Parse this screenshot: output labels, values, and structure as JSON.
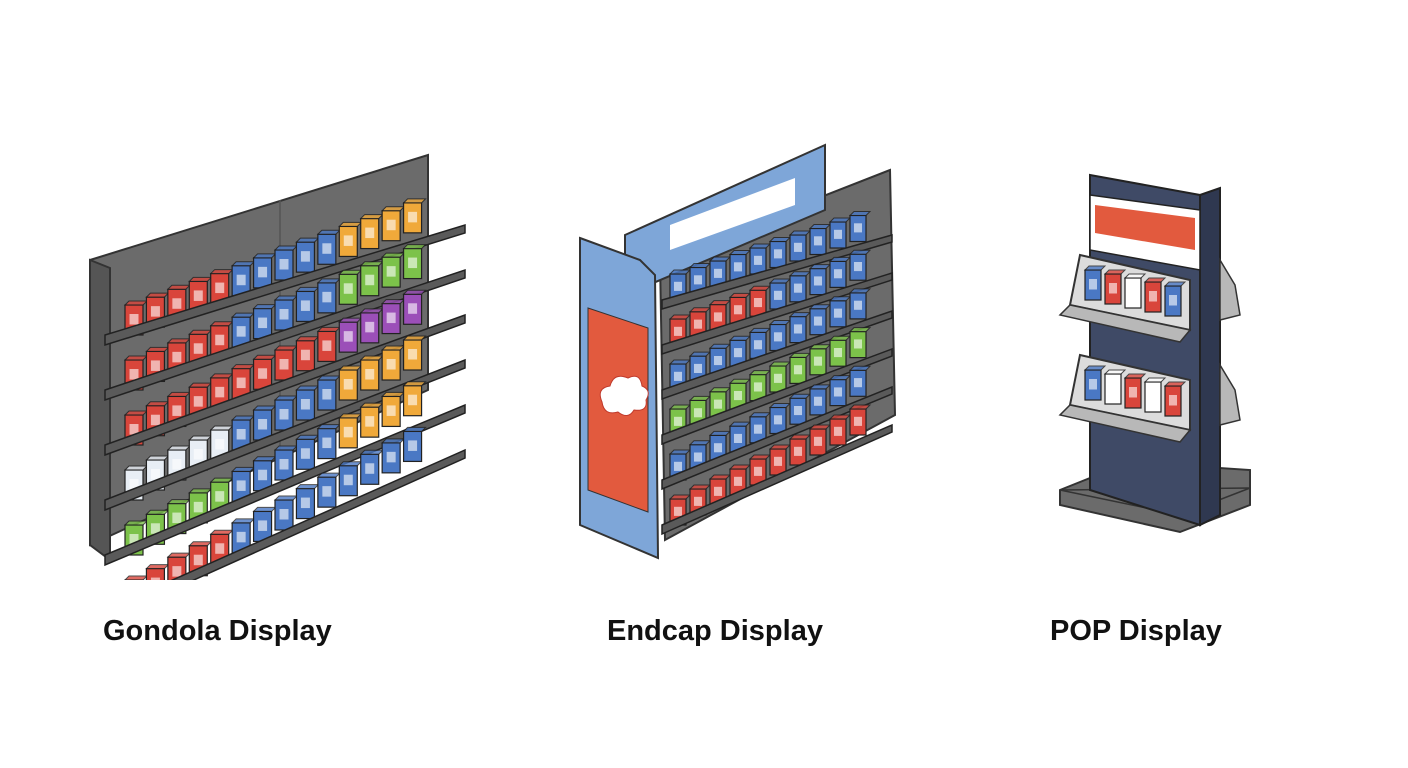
{
  "displays": [
    {
      "id": "gondola",
      "label": "Gondola Display",
      "icon": "gondola-shelf-illustration"
    },
    {
      "id": "endcap",
      "label": "Endcap Display",
      "icon": "endcap-shelf-illustration"
    },
    {
      "id": "pop",
      "label": "POP Display",
      "icon": "pop-stand-illustration"
    }
  ],
  "colors": {
    "shelf_gray": "#6b6b6b",
    "shelf_dark": "#4a4a4a",
    "product_red": "#d9453b",
    "product_blue": "#4a78c4",
    "product_orange": "#f0a93a",
    "product_green": "#7cc24a",
    "product_purple": "#9b4fb8",
    "panel_blue": "#7ea6d8",
    "panel_orange": "#e25a3e",
    "stand_navy": "#3f4a66"
  }
}
